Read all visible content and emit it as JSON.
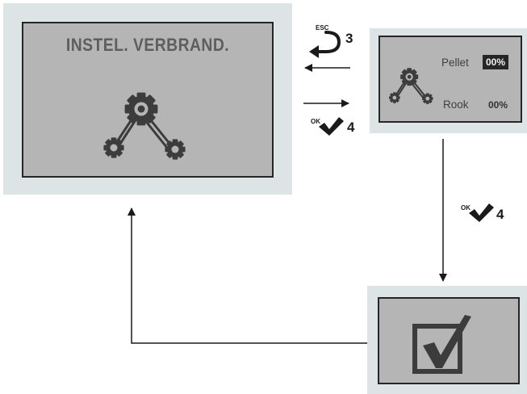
{
  "main_screen": {
    "title": "INSTEL. VERBRAND."
  },
  "detail_screen": {
    "pellet_label": "Pellet",
    "pellet_value": "00%",
    "rook_label": "Rook",
    "rook_value": "00%"
  },
  "transitions": {
    "esc_key": "ESC",
    "esc_number": "3",
    "ok_key": "OK",
    "ok_number_right": "4",
    "ok_number_down": "4"
  },
  "colors": {
    "frame": "#dce4e6",
    "lcd": "#b5b5b5",
    "gear": "#3c3c3c",
    "line": "#1a1a1a"
  },
  "icons": [
    "gear-cluster-icon",
    "esc-return-arrow-icon",
    "ok-check-icon",
    "checkbox-checked-icon"
  ]
}
